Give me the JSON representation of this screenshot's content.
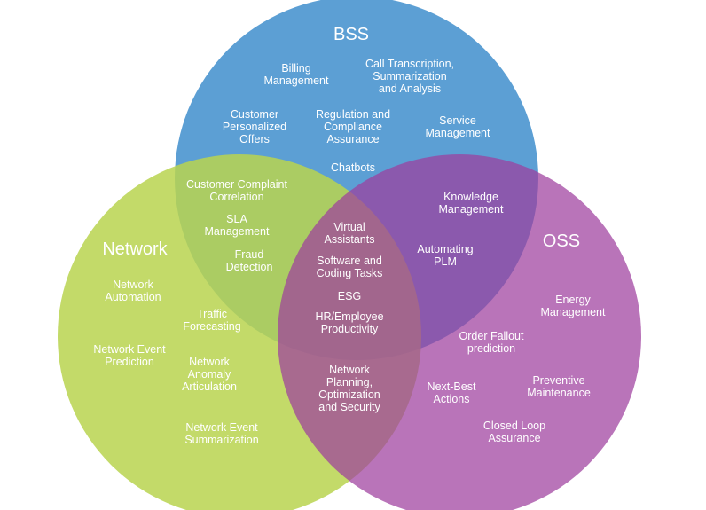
{
  "circles": {
    "bss": {
      "title": "BSS",
      "color": "#5c9fd4"
    },
    "network": {
      "title": "Network",
      "color": "#b9d44f"
    },
    "oss": {
      "title": "OSS",
      "color": "#b05bb0"
    }
  },
  "labels": {
    "billing": "Billing\nManagement",
    "call_transcription": "Call Transcription,\nSummarization\nand Analysis",
    "customer_offers": "Customer\nPersonalized\nOffers",
    "regulation": "Regulation and\nCompliance\nAssurance",
    "service_management": "Service\nManagement",
    "chatbots": "Chatbots",
    "complaint_correlation": "Customer Complaint\nCorrelation",
    "sla": "SLA\nManagement",
    "fraud": "Fraud\nDetection",
    "knowledge": "Knowledge\nManagement",
    "plm": "Automating\nPLM",
    "virtual_assistants": "Virtual\nAssistants",
    "software_coding": "Software and\nCoding Tasks",
    "esg": "ESG",
    "hr": "HR/Employee\nProductivity",
    "network_automation": "Network\nAutomation",
    "traffic": "Traffic\nForecasting",
    "event_prediction": "Network Event\nPrediction",
    "anomaly": "Network\nAnomaly\nArticulation",
    "event_summarization": "Network Event\nSummarization",
    "planning": "Network\nPlanning,\nOptimization\nand Security",
    "energy": "Energy\nManagement",
    "order_fallout": "Order Fallout\nprediction",
    "next_best": "Next-Best\nActions",
    "preventive": "Preventive\nMaintenance",
    "closed_loop": "Closed Loop\nAssurance"
  }
}
